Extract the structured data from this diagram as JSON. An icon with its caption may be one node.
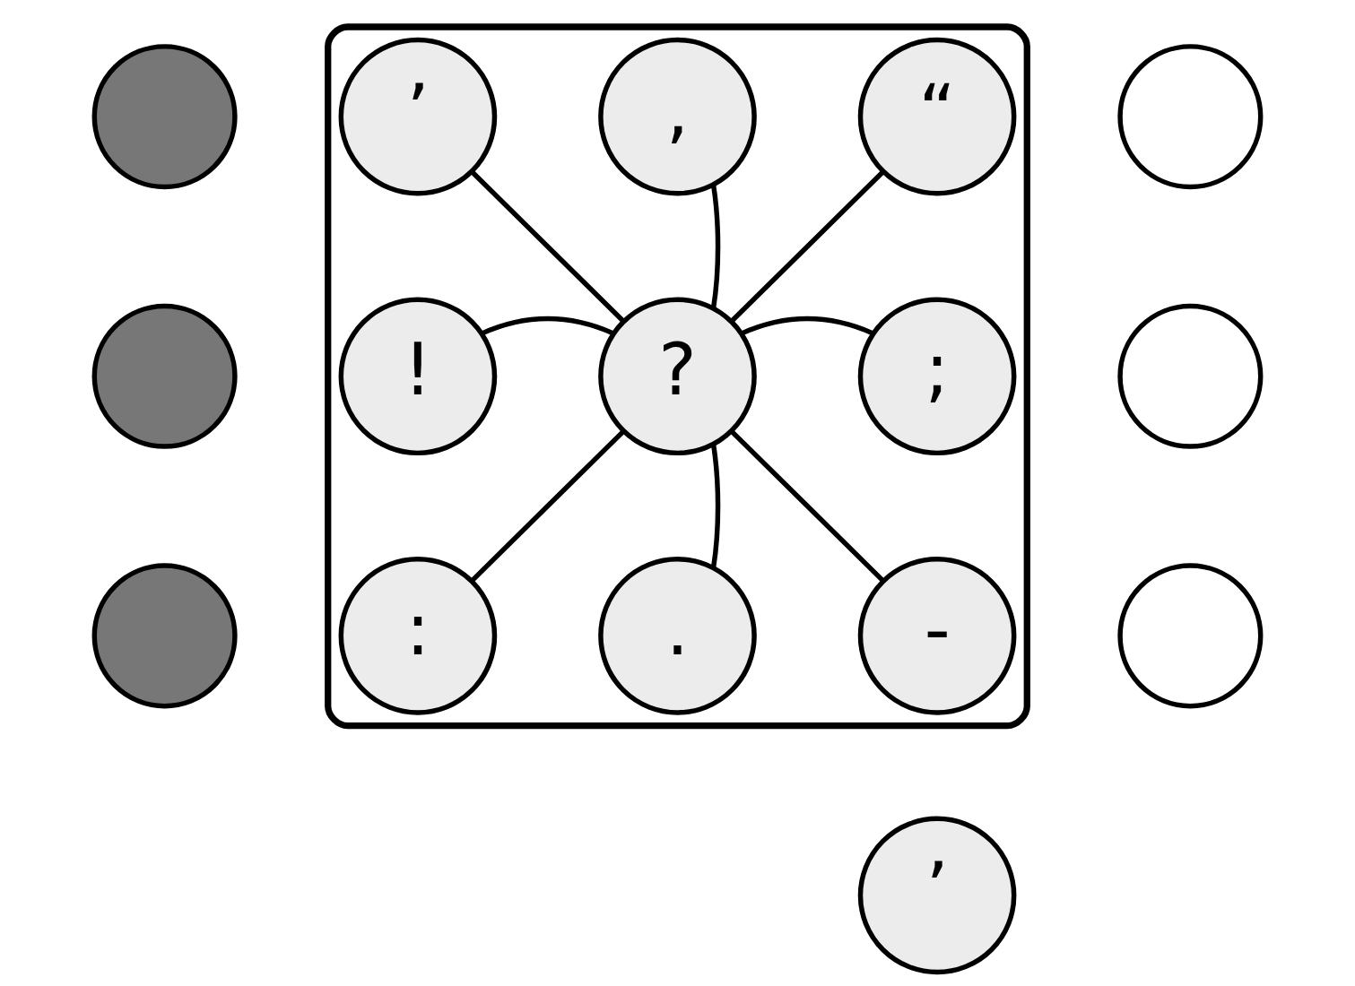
{
  "diagram": {
    "nodes": [
      {
        "text": [],
        "shape": "box"
      },
      {
        "text": [
          "’"
        ],
        "in": 0
      },
      {
        "text": [
          ","
        ],
        "in": 0
      },
      {
        "text": [
          "“"
        ],
        "in": 0
      },
      {
        "text": [
          "!"
        ],
        "in": 0
      },
      {
        "text": [
          "?"
        ],
        "in": 0
      },
      {
        "text": [
          ";"
        ],
        "in": 0
      },
      {
        "text": [
          ":"
        ],
        "in": 0
      },
      {
        "text": [
          "."
        ],
        "in": 0
      },
      {
        "text": [
          "-"
        ],
        "in": 0
      },
      {
        "text": [],
        "shape": "circle"
      },
      {
        "text": [],
        "shape": "circle"
      },
      {
        "text": [],
        "shape": "circle"
      },
      {
        "text": [],
        "shape": "circle"
      },
      {
        "text": [],
        "shape": "circle"
      },
      {
        "text": [],
        "shape": "circle"
      },
      {
        "text": [
          "’"
        ]
      }
    ],
    "edges": [
      {
        "from": 5,
        "to": 1,
        "arrow": "none"
      },
      {
        "from": 5,
        "to": 2,
        "arrow": "none"
      },
      {
        "from": 5,
        "to": 3,
        "arrow": "none"
      },
      {
        "from": 5,
        "to": 6,
        "arrow": "none"
      },
      {
        "from": 5,
        "to": 9,
        "arrow": "none"
      },
      {
        "from": 5,
        "to": 8,
        "arrow": "none"
      },
      {
        "from": 5,
        "to": 7,
        "arrow": "none"
      },
      {
        "from": 5,
        "to": 4,
        "arrow": "none"
      }
    ]
  }
}
